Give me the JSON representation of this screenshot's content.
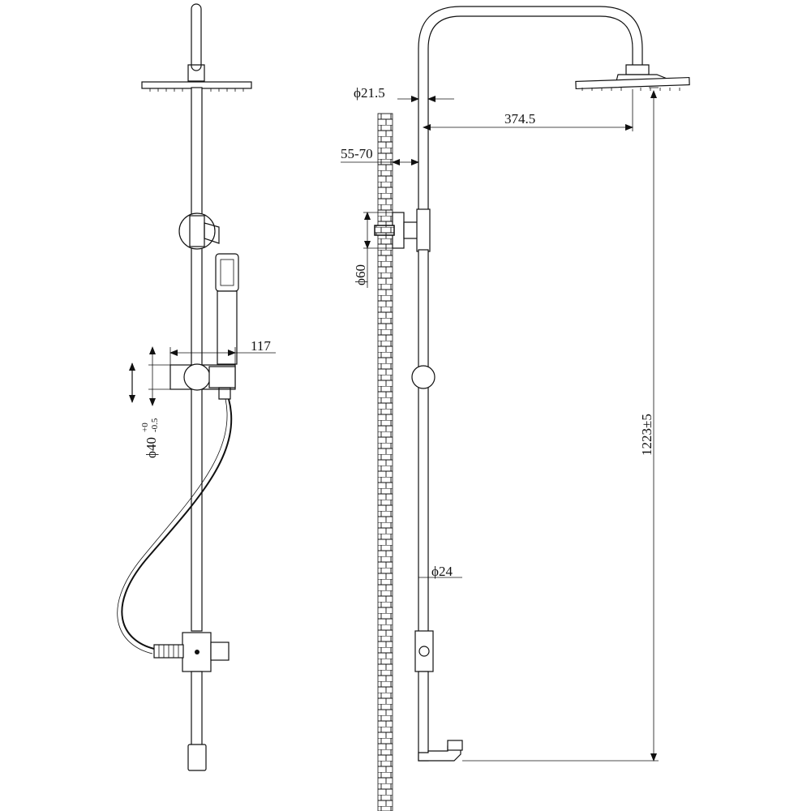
{
  "dimensions": {
    "hand_shower_offset": "117",
    "slider_diameter_base": "ϕ40",
    "slider_tol_upper": "+0",
    "slider_tol_lower": "-0.5",
    "rail_top_diameter": "ϕ21.5",
    "arm_reach": "374.5",
    "wall_gap": "55-70",
    "flange_diameter": "ϕ60",
    "rail_lower_diameter": "ϕ24",
    "overall_height": "1223±5"
  }
}
